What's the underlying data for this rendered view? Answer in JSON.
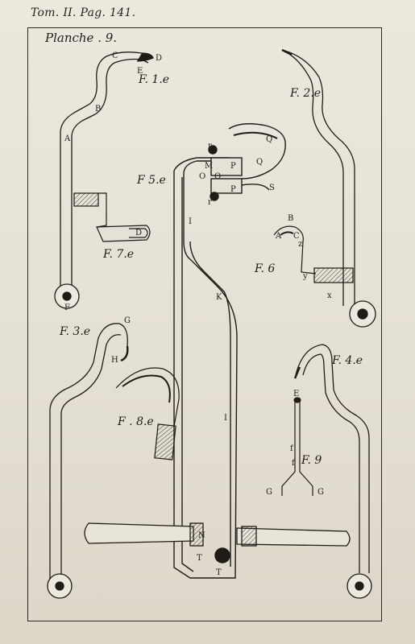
{
  "header": {
    "text": "Tom. II. Pag. 141."
  },
  "plate": {
    "title": "Planche . 9."
  },
  "figures": {
    "f1": "F. 1.e",
    "f2": "F. 2.e",
    "f3": "F. 3.e",
    "f4": "F. 4.e",
    "f5": "F 5.e",
    "f6": "F. 6",
    "f7": "F. 7.e",
    "f8": "F . 8.e",
    "f9": "F. 9"
  },
  "letters": {
    "A": "A",
    "B": "B",
    "C": "C",
    "D": "D",
    "E": "E",
    "F": "F",
    "G": "G",
    "H": "H",
    "I": "I",
    "K": "K",
    "M": "M",
    "O": "O",
    "P": "P",
    "Q": "Q",
    "S": "S",
    "T": "T",
    "r": "r",
    "x": "x",
    "y": "y",
    "z": "z",
    "f": "f",
    "i": "i"
  },
  "colors": {
    "ink": "#1f1c17",
    "paper": "#e6e1d6"
  }
}
